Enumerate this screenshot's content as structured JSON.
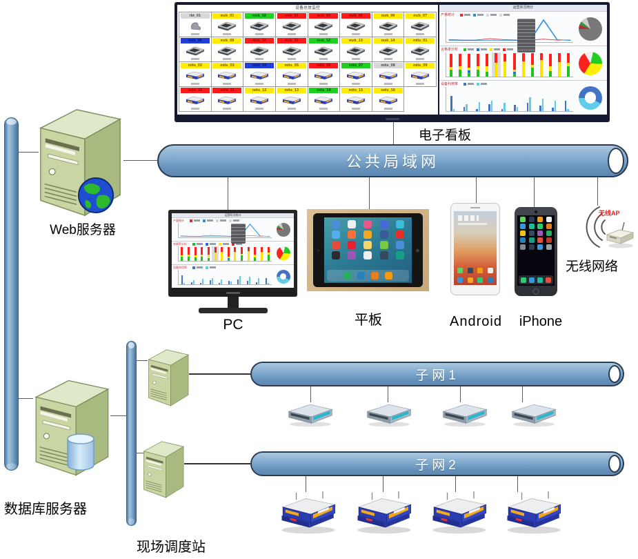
{
  "colors": {
    "status": {
      "yellow": "#ffec00",
      "green": "#1ed11e",
      "red": "#ff1a1a",
      "blue": "#1f3fd8",
      "gray": "#d8d8d8"
    },
    "status_text": {
      "yellow": "#7a4a00",
      "green": "#0c4a0c",
      "red": "#8a0000",
      "blue": "#0a1560",
      "gray": "#444444"
    },
    "bar_green": "#22c020",
    "bar_blue": "#2a6fd6",
    "bar_yellow": "#ffe400",
    "bar_red": "#ff2020",
    "pair_dark": "#4472c4",
    "pair_light": "#62cbe8"
  },
  "pipes": {
    "lan": "公共局域网",
    "subnet1": "子网1",
    "subnet2": "子网2"
  },
  "nodes": {
    "kanban": "电子看板",
    "web_server": "Web服务器",
    "db_server": "数据库服务器",
    "dispatch": "现场调度站",
    "pc": "PC",
    "tablet": "平板",
    "android": "Android",
    "iphone": "iPhone",
    "wireless": "无线网络",
    "wireless_ap": "无线AP"
  },
  "kanban": {
    "left_title": "设备总体监控",
    "right_title": "运营状况统计",
    "device_rows": [
      [
        {
          "n": "rbt_01",
          "s": "gray",
          "t": "robot"
        },
        {
          "n": "mzk_01",
          "s": "yellow",
          "t": "machine"
        },
        {
          "n": "mzk_02",
          "s": "green",
          "t": "machine"
        },
        {
          "n": "mzk_03",
          "s": "red",
          "t": "machine"
        },
        {
          "n": "mzk_04",
          "s": "red",
          "t": "machine"
        },
        {
          "n": "mzk_05",
          "s": "red",
          "t": "machine"
        },
        {
          "n": "mzk_06",
          "s": "yellow",
          "t": "machine"
        },
        {
          "n": "mzk_07",
          "s": "yellow",
          "t": "machine"
        }
      ],
      [
        {
          "n": "mzk_08",
          "s": "blue",
          "t": "machine"
        },
        {
          "n": "mzk_09",
          "s": "yellow",
          "t": "machine"
        },
        {
          "n": "mzk_10",
          "s": "red",
          "t": "machine"
        },
        {
          "n": "mzk_11",
          "s": "red",
          "t": "machine"
        },
        {
          "n": "mzk_12",
          "s": "green",
          "t": "machine"
        },
        {
          "n": "mzk_13",
          "s": "yellow",
          "t": "machine"
        },
        {
          "n": "mzk_14",
          "s": "yellow",
          "t": "machine"
        },
        {
          "n": "mits_01",
          "s": "yellow",
          "t": "machine"
        }
      ],
      [
        {
          "n": "mits_02",
          "s": "yellow",
          "t": "agv"
        },
        {
          "n": "mits_03",
          "s": "yellow",
          "t": "agv"
        },
        {
          "n": "mits_04",
          "s": "blue",
          "t": "agv"
        },
        {
          "n": "mits_05",
          "s": "yellow",
          "t": "agv"
        },
        {
          "n": "mits_06",
          "s": "red",
          "t": "agv"
        },
        {
          "n": "mits_07",
          "s": "green",
          "t": "agv"
        },
        {
          "n": "mits_08",
          "s": "gray",
          "t": "agv"
        },
        {
          "n": "mits_09",
          "s": "yellow",
          "t": "agv"
        }
      ],
      [
        {
          "n": "mits_10",
          "s": "red",
          "t": "agv"
        },
        {
          "n": "mits_11",
          "s": "red",
          "t": "agv"
        },
        {
          "n": "mits_12",
          "s": "yellow",
          "t": "agv"
        },
        {
          "n": "mits_13",
          "s": "yellow",
          "t": "agv"
        },
        {
          "n": "mits_14",
          "s": "green",
          "t": "agv"
        },
        {
          "n": "mits_15",
          "s": "yellow",
          "t": "agv"
        },
        {
          "n": "mits_16",
          "s": "yellow",
          "t": "agv"
        }
      ]
    ],
    "charts": {
      "row1": {
        "label": "产量统计",
        "legend": [
          "#e03030",
          "#3090e0",
          "#d8d8d8",
          "#d8d8d8"
        ],
        "red": [
          3,
          2,
          2,
          5,
          3,
          2,
          2,
          4,
          2,
          2
        ],
        "blue": [
          1,
          1,
          1,
          1,
          1,
          1,
          1,
          48,
          3,
          1
        ],
        "pie": [
          {
            "c": "#aa3333",
            "v": 6
          },
          {
            "c": "#339944",
            "v": 5
          },
          {
            "c": "#cccccc",
            "v": 9
          },
          {
            "c": "#787878",
            "v": 80
          }
        ]
      },
      "row2": {
        "label": "合格率分析",
        "legend": [
          "#22c020",
          "#2a6fd6",
          "#ffe400",
          "#ff2020"
        ],
        "bars": [
          [
            30,
            0,
            10,
            55
          ],
          [
            28,
            0,
            15,
            52
          ],
          [
            18,
            8,
            12,
            57
          ],
          [
            30,
            0,
            12,
            53
          ],
          [
            20,
            0,
            22,
            53
          ],
          [
            0,
            0,
            58,
            38
          ],
          [
            0,
            0,
            62,
            33
          ],
          [
            12,
            8,
            8,
            68
          ],
          [
            0,
            0,
            64,
            32
          ],
          [
            38,
            0,
            10,
            48
          ],
          [
            0,
            0,
            68,
            28
          ],
          [
            24,
            0,
            18,
            53
          ],
          [
            0,
            0,
            60,
            36
          ],
          [
            42,
            0,
            14,
            40
          ]
        ],
        "highlight": 5,
        "pie": [
          {
            "c": "#f2f2f2",
            "v": 12
          },
          {
            "c": "#22cc22",
            "v": 22
          },
          {
            "c": "#ffee00",
            "v": 33
          },
          {
            "c": "#ff2020",
            "v": 33
          }
        ]
      },
      "row3": {
        "label": "设备利用率",
        "legend": [
          "#4472c4",
          "#62cbe8"
        ],
        "pairs": [
          [
            62,
            8
          ],
          [
            16,
            28
          ],
          [
            10,
            36
          ],
          [
            28,
            42
          ],
          [
            8,
            34
          ],
          [
            26,
            18
          ],
          [
            34,
            58
          ],
          [
            24,
            52
          ],
          [
            14,
            42
          ],
          [
            44,
            10
          ]
        ],
        "donut": [
          {
            "c": "#4472c4",
            "v": 58
          },
          {
            "c": "#62cbe8",
            "v": 42
          }
        ]
      }
    }
  },
  "devices": {
    "tablet": {
      "grid": [
        "#4a90d9",
        "#f0f0f0",
        "#e8568b",
        "#4a67d9",
        "#3bbcd9",
        "#55acee",
        "#ff6f3c",
        "#f5a623",
        "#3b5998",
        "#e82c2a",
        "#e84a3c",
        "#e8202c",
        "#f5d76e",
        "#7ac943",
        "#4a90d9",
        "#2c2c2c",
        "#9b59b6",
        "#f0f0f0",
        "#34495e",
        "#16a085"
      ],
      "dock": [
        "#27ae60",
        "#2980b9",
        "#e67e22",
        "#f39c12"
      ]
    },
    "android": {
      "row": [
        "#5fd35f",
        "#34495e",
        "#f39c12",
        "#ecf0f1"
      ],
      "dock": [
        "#3498db",
        "#f5a623",
        "#2ecc71",
        "#2980b9"
      ]
    },
    "iphone": {
      "grid": [
        "#5fd35f",
        "#2c3e50",
        "#f39c12",
        "#ecf0f1",
        "#3498db",
        "#1abc9c",
        "#2ecc71",
        "#e67e22",
        "#f1c40f",
        "#34495e",
        "#9b59b6",
        "#27ae60",
        "#2980b9",
        "#16a085",
        "#e74c3c",
        "#c0392b",
        "#7f8c8d",
        "#2c3e50",
        "#3498db",
        "#95a5a6"
      ],
      "dock": [
        "#2ecc71",
        "#3498db",
        "#1abc9c",
        "#e74c3c"
      ]
    }
  }
}
